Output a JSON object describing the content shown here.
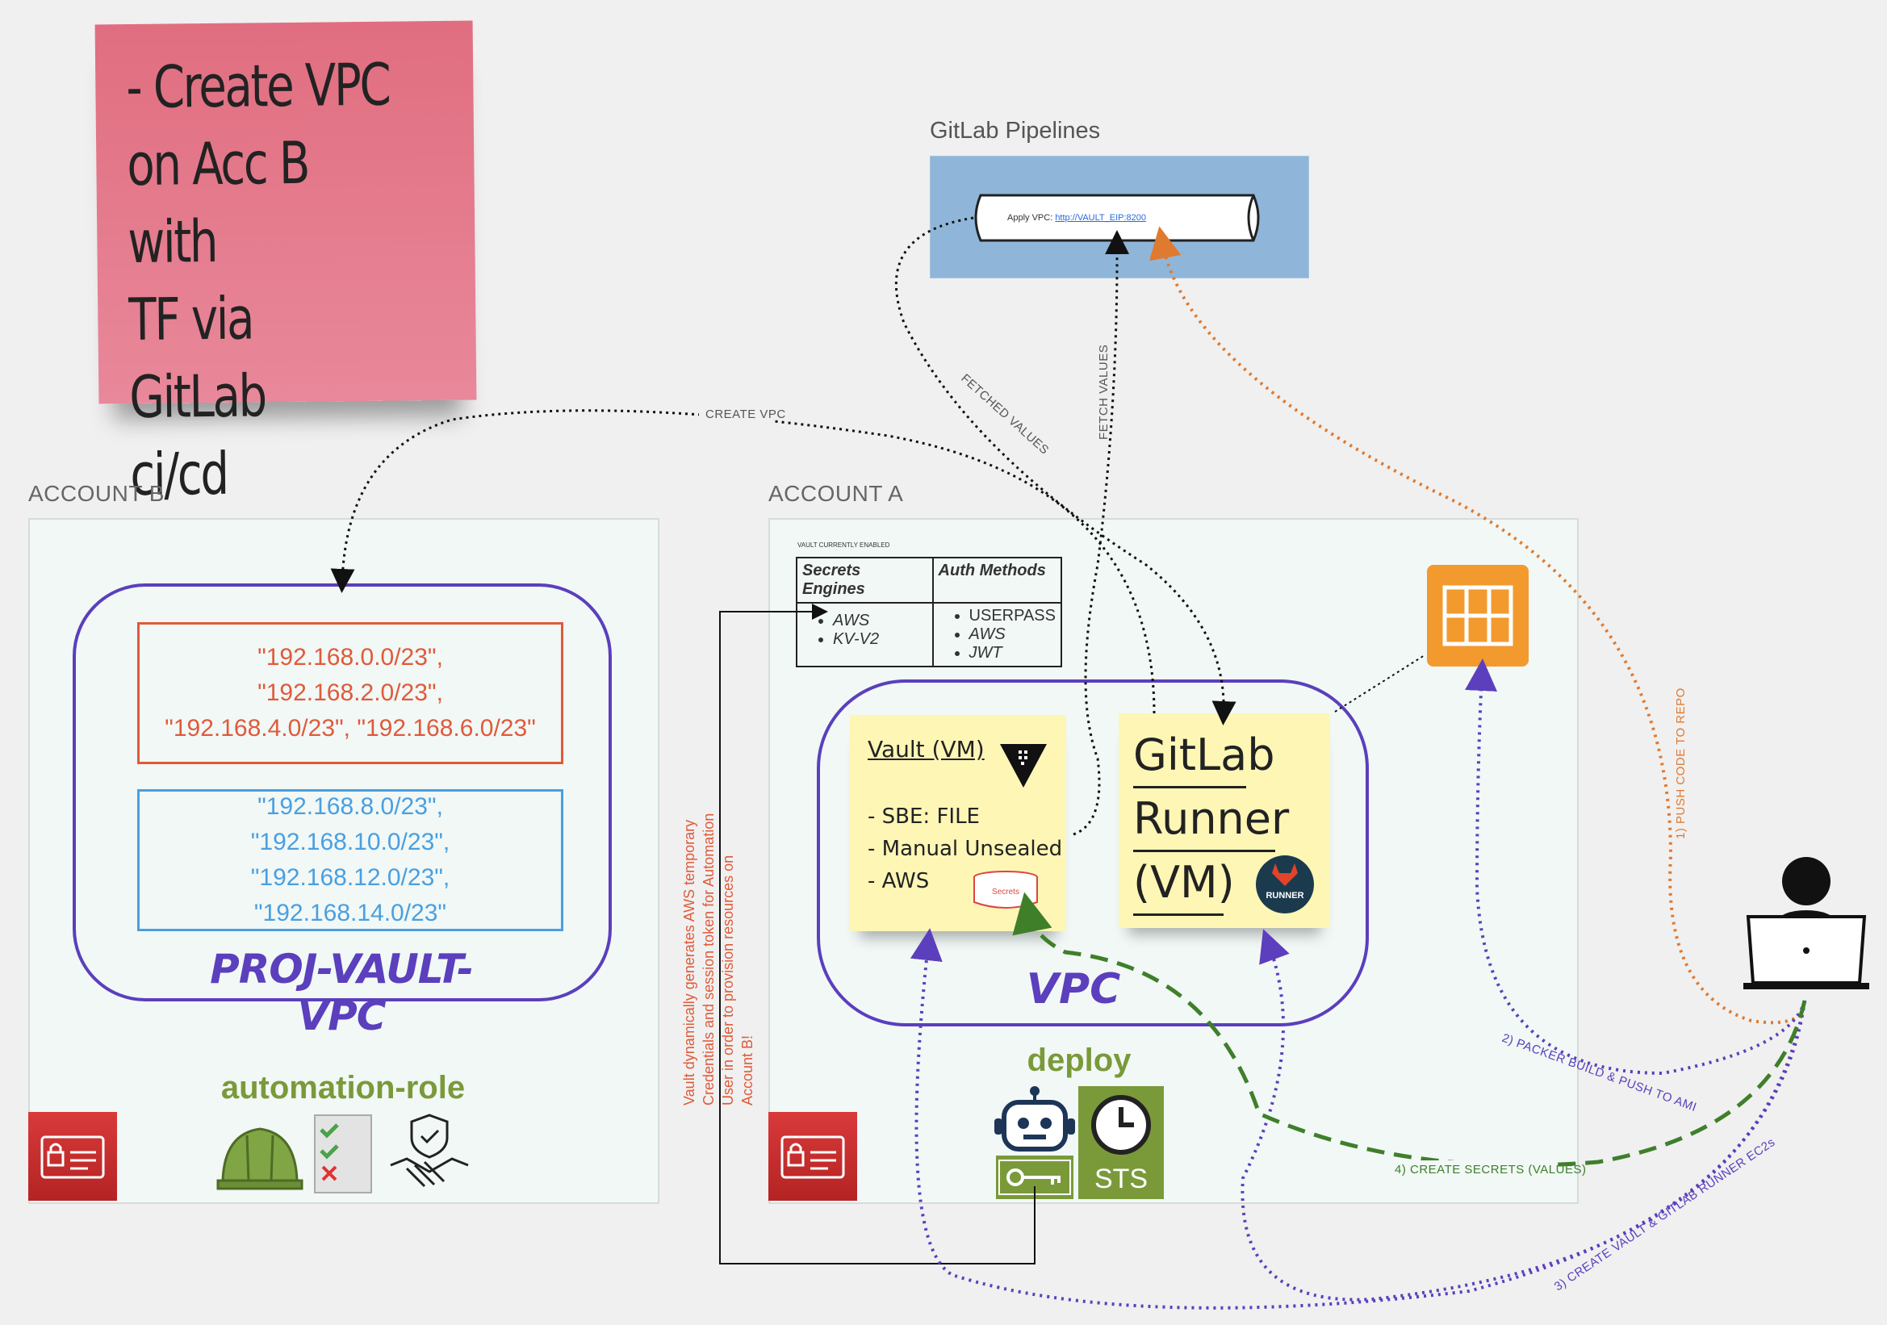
{
  "sticky_note": {
    "text": "- Create VPC\non Acc B with\nTF via GitLab\nci/cd"
  },
  "gitlab_pipelines": {
    "title": "GitLab Pipelines",
    "pipe_prefix": "Apply VPC: ",
    "pipe_link": "http://VAULT_EIP:8200"
  },
  "account_b": {
    "label": "ACCOUNT B",
    "vpc_name": "PROJ-VAULT-VPC",
    "cidr_red": "\"192.168.0.0/23\", \"192.168.2.0/23\", \"192.168.4.0/23\", \"192.168.6.0/23\"",
    "cidr_blue": "\"192.168.8.0/23\", \"192.168.10.0/23\", \"192.168.12.0/23\", \"192.168.14.0/23\"",
    "role_label": "automation-role"
  },
  "account_a": {
    "label": "ACCOUNT A",
    "vault_caption": "VAULT CURRENTLY ENABLED",
    "table": {
      "col1": "Secrets Engines",
      "col2": "Auth Methods",
      "engines": [
        "AWS",
        "KV-V2"
      ],
      "auth": [
        "USERPASS",
        "AWS",
        "JWT"
      ]
    },
    "vpc_name": "VPC",
    "vault_note": {
      "title": "Vault (VM)",
      "lines": [
        "- SBE: FILE",
        "- Manual Unsealed",
        "- AWS"
      ],
      "secrets_label": "Secrets"
    },
    "runner_note": {
      "lines": [
        "GitLab",
        "Runner",
        "(VM)"
      ],
      "badge": "RUNNER"
    },
    "deploy_label": "deploy",
    "sts_label": "STS",
    "vertical_note": [
      "Vault dynamically generates AWS temporary",
      "Credentials and session token for Automation",
      "User in order to provision resources on",
      "Account B!"
    ]
  },
  "edges": {
    "create_vpc": "CREATE VPC",
    "fetched_values": "FETCHED VALUES",
    "fetch_values": "FETCH VALUES",
    "push_code": "1) PUSH CODE TO REPO",
    "packer_build": "2) PACKER BUILD & PUSH TO AMI",
    "create_ec2s": "3) CREATE VAULT & GITLAB RUNNER EC2s",
    "create_secrets": "4) CREATE SECRETS (VALUES)"
  },
  "colors": {
    "purple": "#5b3fbd",
    "orange": "#e07a2f",
    "green": "#3f7f2a",
    "red_cidr": "#e05a3a",
    "blue_cidr": "#4a9fe0",
    "role_green": "#7a9a3a"
  },
  "icons": [
    "lock-id-badge-icon",
    "hard-hat-icon",
    "checklist-icon",
    "handshake-shield-icon",
    "robot-icon",
    "key-icon",
    "clock-icon",
    "grid-icon",
    "vault-logo-icon",
    "gitlab-runner-icon",
    "database-icon",
    "user-laptop-icon"
  ]
}
